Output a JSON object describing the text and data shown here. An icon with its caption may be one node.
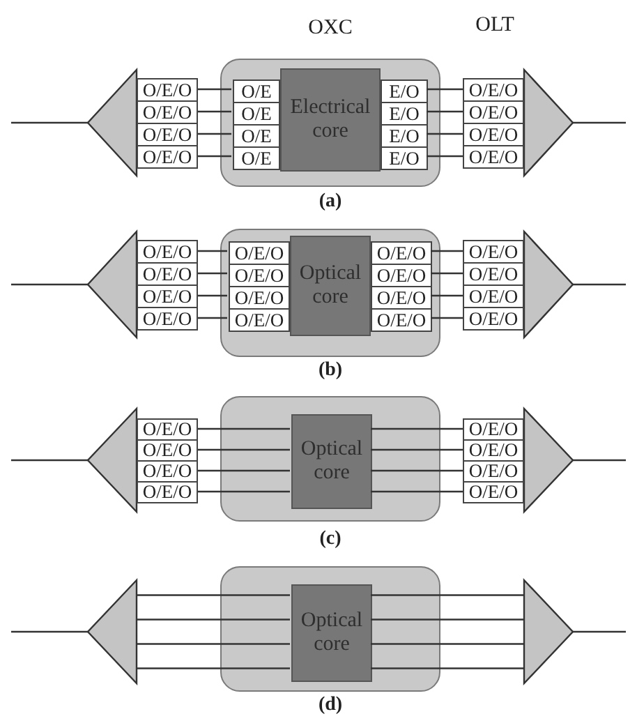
{
  "diagram": {
    "nodes": [
      {
        "text": [],
        "shape": "triangle"
      },
      {
        "text": [
          "O/E/O"
        ]
      },
      {
        "text": [
          "O/E/O"
        ]
      },
      {
        "text": [
          "O/E/O"
        ]
      },
      {
        "text": [
          "O/E/O"
        ]
      },
      {
        "text": [],
        "shape": "box"
      },
      {
        "text": [
          "O/E"
        ],
        "in": 5
      },
      {
        "text": [
          "O/E"
        ],
        "in": 5
      },
      {
        "text": [
          "O/E"
        ],
        "in": 5
      },
      {
        "text": [
          "O/E"
        ],
        "in": 5
      },
      {
        "text": [
          "Electrical core"
        ],
        "in": 5
      },
      {
        "text": [
          "E/O"
        ],
        "in": 5
      },
      {
        "text": [
          "E/O"
        ],
        "in": 5
      },
      {
        "text": [
          "E/O"
        ],
        "in": 5
      },
      {
        "text": [
          "E/O"
        ],
        "in": 5
      },
      {
        "text": [
          "O/E/O"
        ]
      },
      {
        "text": [
          "O/E/O"
        ]
      },
      {
        "text": [
          "O/E/O"
        ]
      },
      {
        "text": [
          "O/E/O"
        ]
      },
      {
        "text": [],
        "shape": "triangle"
      },
      {
        "text": [],
        "shape": "triangle"
      },
      {
        "text": [
          "O/E/O"
        ]
      },
      {
        "text": [
          "O/E/O"
        ]
      },
      {
        "text": [
          "O/E/O"
        ]
      },
      {
        "text": [
          "O/E/O"
        ]
      },
      {
        "text": [],
        "shape": "box"
      },
      {
        "text": [
          "O/E/O"
        ],
        "in": 25
      },
      {
        "text": [
          "O/E/O"
        ],
        "in": 25
      },
      {
        "text": [
          "O/E/O"
        ],
        "in": 25
      },
      {
        "text": [
          "O/E/O"
        ],
        "in": 25
      },
      {
        "text": [
          "Optical core"
        ],
        "in": 25
      },
      {
        "text": [
          "O/E/O"
        ],
        "in": 25
      },
      {
        "text": [
          "O/E/O"
        ],
        "in": 25
      },
      {
        "text": [
          "O/E/O"
        ],
        "in": 25
      },
      {
        "text": [
          "O/E/O"
        ],
        "in": 25
      },
      {
        "text": [
          "O/E/O"
        ]
      },
      {
        "text": [
          "O/E/O"
        ]
      },
      {
        "text": [
          "O/E/O"
        ]
      },
      {
        "text": [
          "O/E/O"
        ]
      },
      {
        "text": [],
        "shape": "triangle"
      },
      {
        "text": [],
        "shape": "triangle"
      },
      {
        "text": [
          "O/E/O"
        ]
      },
      {
        "text": [
          "O/E/O"
        ]
      },
      {
        "text": [
          "O/E/O"
        ]
      },
      {
        "text": [
          "O/E/O"
        ]
      },
      {
        "text": [],
        "shape": "box"
      },
      {
        "text": [
          "Optical core"
        ],
        "in": 45
      },
      {
        "text": [
          "O/E/O"
        ]
      },
      {
        "text": [
          "O/E/O"
        ]
      },
      {
        "text": [
          "O/E/O"
        ]
      },
      {
        "text": [
          "O/E/O"
        ]
      },
      {
        "text": [],
        "shape": "triangle"
      },
      {
        "text": [],
        "shape": "triangle"
      },
      {
        "text": [],
        "shape": "box"
      },
      {
        "text": [
          "Optical core"
        ],
        "in": 53
      },
      {
        "text": [],
        "shape": "triangle"
      }
    ],
    "edges": [
      {
        "from": null,
        "to": 0,
        "arrow": "none"
      },
      {
        "from": 1,
        "to": 6,
        "arrow": "none"
      },
      {
        "from": 2,
        "to": 7,
        "arrow": "none"
      },
      {
        "from": 3,
        "to": 8,
        "arrow": "none"
      },
      {
        "from": 4,
        "to": 9,
        "arrow": "none"
      },
      {
        "from": 11,
        "to": 15,
        "arrow": "none"
      },
      {
        "from": 12,
        "to": 16,
        "arrow": "none"
      },
      {
        "from": 13,
        "to": 17,
        "arrow": "none"
      },
      {
        "from": 14,
        "to": 18,
        "arrow": "none"
      },
      {
        "from": 19,
        "to": null,
        "arrow": "none"
      },
      {
        "from": null,
        "to": 20,
        "arrow": "none"
      },
      {
        "from": 21,
        "to": 26,
        "arrow": "none"
      },
      {
        "from": 22,
        "to": 27,
        "arrow": "none"
      },
      {
        "from": 23,
        "to": 28,
        "arrow": "none"
      },
      {
        "from": 24,
        "to": 29,
        "arrow": "none"
      },
      {
        "from": 31,
        "to": 35,
        "arrow": "none"
      },
      {
        "from": 32,
        "to": 36,
        "arrow": "none"
      },
      {
        "from": 33,
        "to": 37,
        "arrow": "none"
      },
      {
        "from": 34,
        "to": 38,
        "arrow": "none"
      },
      {
        "from": 39,
        "to": null,
        "arrow": "none"
      },
      {
        "from": null,
        "to": 40,
        "arrow": "none"
      },
      {
        "from": 41,
        "to": 46,
        "arrow": "none"
      },
      {
        "from": 42,
        "to": 46,
        "arrow": "none"
      },
      {
        "from": 43,
        "to": 46,
        "arrow": "none"
      },
      {
        "from": 44,
        "to": 46,
        "arrow": "none"
      },
      {
        "from": 46,
        "to": 47,
        "arrow": "none"
      },
      {
        "from": 46,
        "to": 48,
        "arrow": "none"
      },
      {
        "from": 46,
        "to": 49,
        "arrow": "none"
      },
      {
        "from": 46,
        "to": 50,
        "arrow": "none"
      },
      {
        "from": 51,
        "to": null,
        "arrow": "none"
      },
      {
        "from": null,
        "to": 52,
        "arrow": "none"
      },
      {
        "from": 52,
        "to": 54,
        "arrow": "none"
      },
      {
        "from": 52,
        "to": 54,
        "arrow": "none"
      },
      {
        "from": 52,
        "to": 54,
        "arrow": "none"
      },
      {
        "from": 52,
        "to": 54,
        "arrow": "none"
      },
      {
        "from": 54,
        "to": 55,
        "arrow": "none"
      },
      {
        "from": 54,
        "to": 55,
        "arrow": "none"
      },
      {
        "from": 54,
        "to": 55,
        "arrow": "none"
      },
      {
        "from": 54,
        "to": 55,
        "arrow": "none"
      },
      {
        "from": 55,
        "to": null,
        "arrow": "none"
      }
    ],
    "labels": [
      "OXC",
      "OLT",
      "(a)",
      "(b)",
      "(c)",
      "(d)"
    ]
  }
}
